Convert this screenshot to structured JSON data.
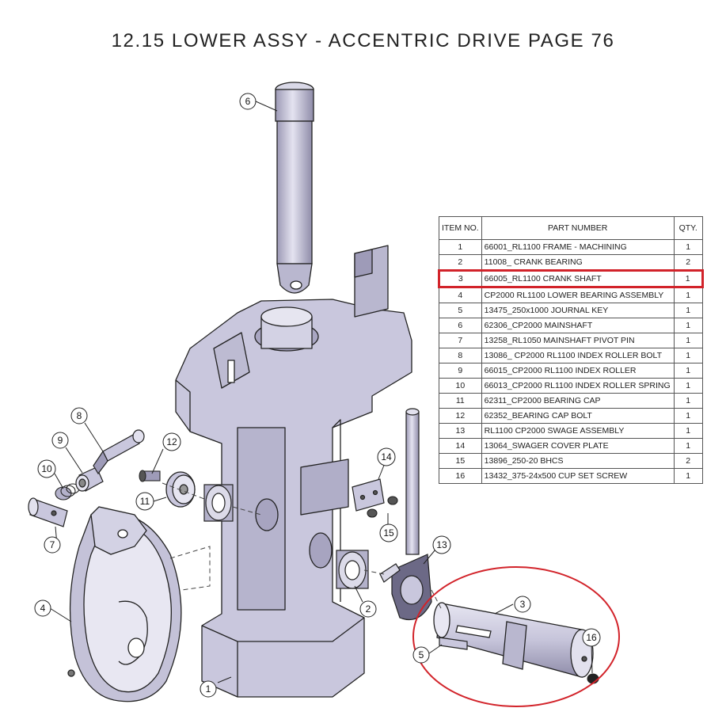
{
  "title": "12.15 LOWER ASSY - ACCENTRIC DRIVE  PAGE 76",
  "bom": {
    "headers": {
      "item": "ITEM NO.",
      "part": "PART NUMBER",
      "qty": "QTY."
    },
    "rows": [
      {
        "item": "1",
        "part": "66001_RL1100 FRAME - MACHINING",
        "qty": "1"
      },
      {
        "item": "2",
        "part": "11008_ CRANK BEARING",
        "qty": "2"
      },
      {
        "item": "3",
        "part": "66005_RL1100 CRANK SHAFT",
        "qty": "1",
        "highlighted": true
      },
      {
        "item": "4",
        "part": "CP2000 RL1100 LOWER BEARING ASSEMBLY",
        "qty": "1"
      },
      {
        "item": "5",
        "part": "13475_250x1000 JOURNAL KEY",
        "qty": "1"
      },
      {
        "item": "6",
        "part": "62306_CP2000 MAINSHAFT",
        "qty": "1"
      },
      {
        "item": "7",
        "part": "13258_RL1050 MAINSHAFT PIVOT PIN",
        "qty": "1"
      },
      {
        "item": "8",
        "part": "13086_ CP2000 RL1100 INDEX ROLLER BOLT",
        "qty": "1"
      },
      {
        "item": "9",
        "part": "66015_CP2000 RL1100 INDEX ROLLER",
        "qty": "1"
      },
      {
        "item": "10",
        "part": "66013_CP2000 RL1100 INDEX ROLLER SPRING",
        "qty": "1"
      },
      {
        "item": "11",
        "part": "62311_CP2000 BEARING CAP",
        "qty": "1"
      },
      {
        "item": "12",
        "part": "62352_BEARING CAP BOLT",
        "qty": "1"
      },
      {
        "item": "13",
        "part": "RL1100 CP2000 SWAGE ASSEMBLY",
        "qty": "1"
      },
      {
        "item": "14",
        "part": "13064_SWAGER COVER PLATE",
        "qty": "1"
      },
      {
        "item": "15",
        "part": "13896_250-20 BHCS",
        "qty": "2"
      },
      {
        "item": "16",
        "part": "13432_375-24x500 CUP SET SCREW",
        "qty": "1"
      }
    ]
  },
  "callouts": {
    "c1": "1",
    "c2": "2",
    "c3": "3",
    "c4": "4",
    "c5": "5",
    "c6": "6",
    "c7": "7",
    "c8": "8",
    "c9": "9",
    "c10": "10",
    "c11": "11",
    "c12": "12",
    "c13": "13",
    "c14": "14",
    "c15": "15",
    "c16": "16"
  },
  "colors": {
    "part_fill": "#c9c7dd",
    "part_dark": "#8d8aa6",
    "highlight": "#d2232a"
  }
}
